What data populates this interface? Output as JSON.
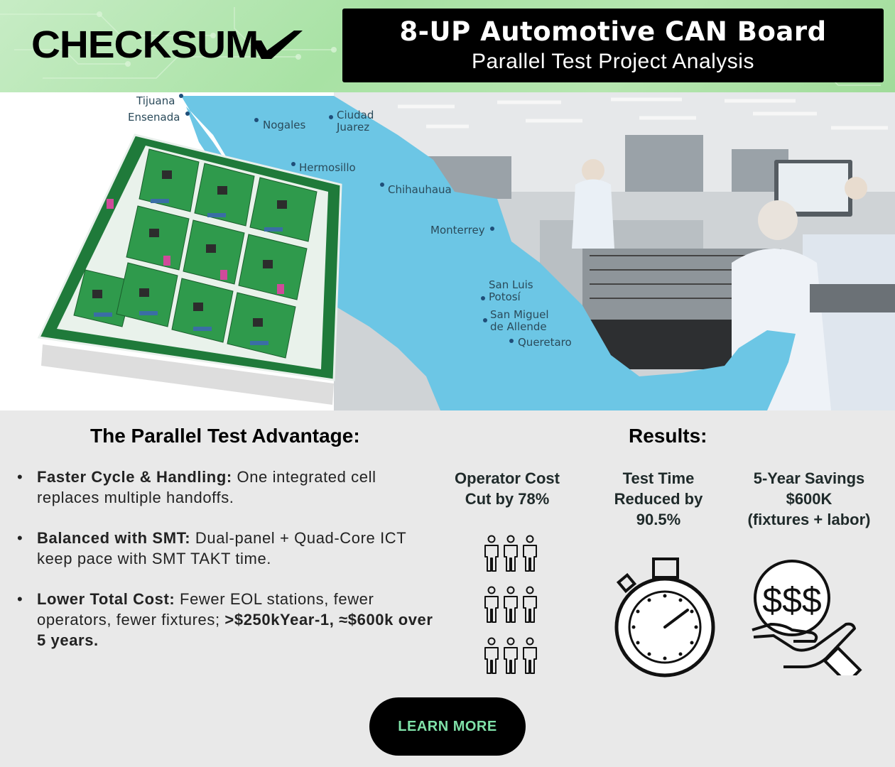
{
  "header": {
    "logo_text": "CHECKSUM",
    "title": "8-UP Automotive CAN Board",
    "subtitle": "Parallel Test Project Analysis"
  },
  "map": {
    "cities": [
      {
        "name": "Tijuana"
      },
      {
        "name": "Ensenada"
      },
      {
        "name": "Nogales"
      },
      {
        "name": "Ciudad Juarez"
      },
      {
        "name": "Hermosillo"
      },
      {
        "name": "Chihauhaua"
      },
      {
        "name": "Monterrey"
      },
      {
        "name": "San Luis Potosí"
      },
      {
        "name": "San Miguel de Allende"
      },
      {
        "name": "Queretaro"
      }
    ]
  },
  "advantage": {
    "title": "The Parallel Test Advantage:",
    "bullets": [
      {
        "bold": "Faster Cycle & Handling:",
        "text": " One integrated cell replaces multiple handoffs."
      },
      {
        "bold": "Balanced with SMT:",
        "text": " Dual-panel + Quad-Core ICT keep pace with SMT TAKT time."
      },
      {
        "bold": "Lower Total Cost:",
        "text": " Fewer EOL stations, fewer operators, fewer fixtures; ",
        "bold2": ">$250kYear-1, ≈$600k over 5 years."
      }
    ]
  },
  "results": {
    "title": "Results:",
    "operator": {
      "line1": "Operator Cost",
      "line2": "Cut by 78%"
    },
    "test_time": {
      "line1": "Test Time",
      "line2": "Reduced by",
      "line3": "90.5%"
    },
    "savings": {
      "line1": "5-Year Savings",
      "line2": "$600K",
      "line3": "(fixtures + labor)"
    }
  },
  "cta": {
    "label": "LEARN MORE"
  },
  "colors": {
    "accent_green": "#7fe1a8",
    "header_green": "#a8e2a4",
    "map_blue": "#6cc6e5",
    "pcb_green": "#1f7a3a"
  }
}
